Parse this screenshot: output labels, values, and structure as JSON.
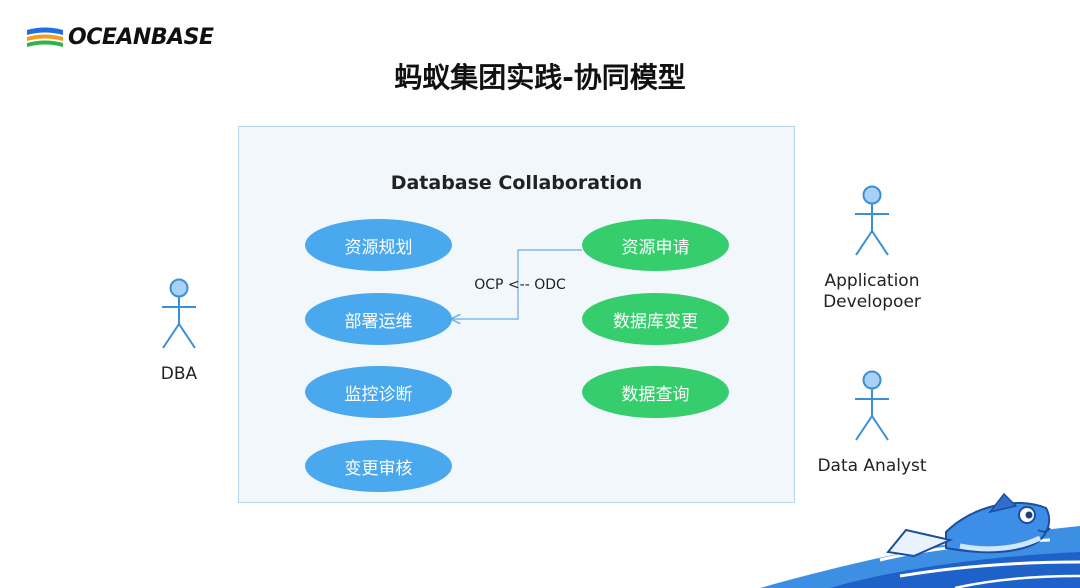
{
  "brand": {
    "name": "OCEANBASE",
    "colors": {
      "blue": "#1f6fde",
      "orange": "#f79a1e",
      "green": "#2fb34a"
    }
  },
  "title": "蚂蚁集团实践-协同模型",
  "system": {
    "title": "Database Collaboration"
  },
  "use_cases": {
    "dba": [
      "资源规划",
      "部署运维",
      "监控诊断",
      "变更审核"
    ],
    "developer": [
      "资源申请",
      "数据库变更",
      "数据查询"
    ]
  },
  "relation_label": "OCP <-- ODC",
  "actors": {
    "dba": "DBA",
    "app_developer": [
      "Application",
      "Developoer"
    ],
    "data_analyst": "Data Analyst"
  },
  "colors": {
    "dba_usecase": "#4aa8ee",
    "dev_usecase": "#36cd6d",
    "actor_fill": "#a9d1f5",
    "actor_stroke": "#3a8fd6",
    "system_bg": "#f2f7fc",
    "system_border": "#b9d6f1"
  },
  "icons": [
    "oceanbase-logo-icon",
    "stick-figure-icon",
    "fish-mascot-icon",
    "wave-icon"
  ]
}
